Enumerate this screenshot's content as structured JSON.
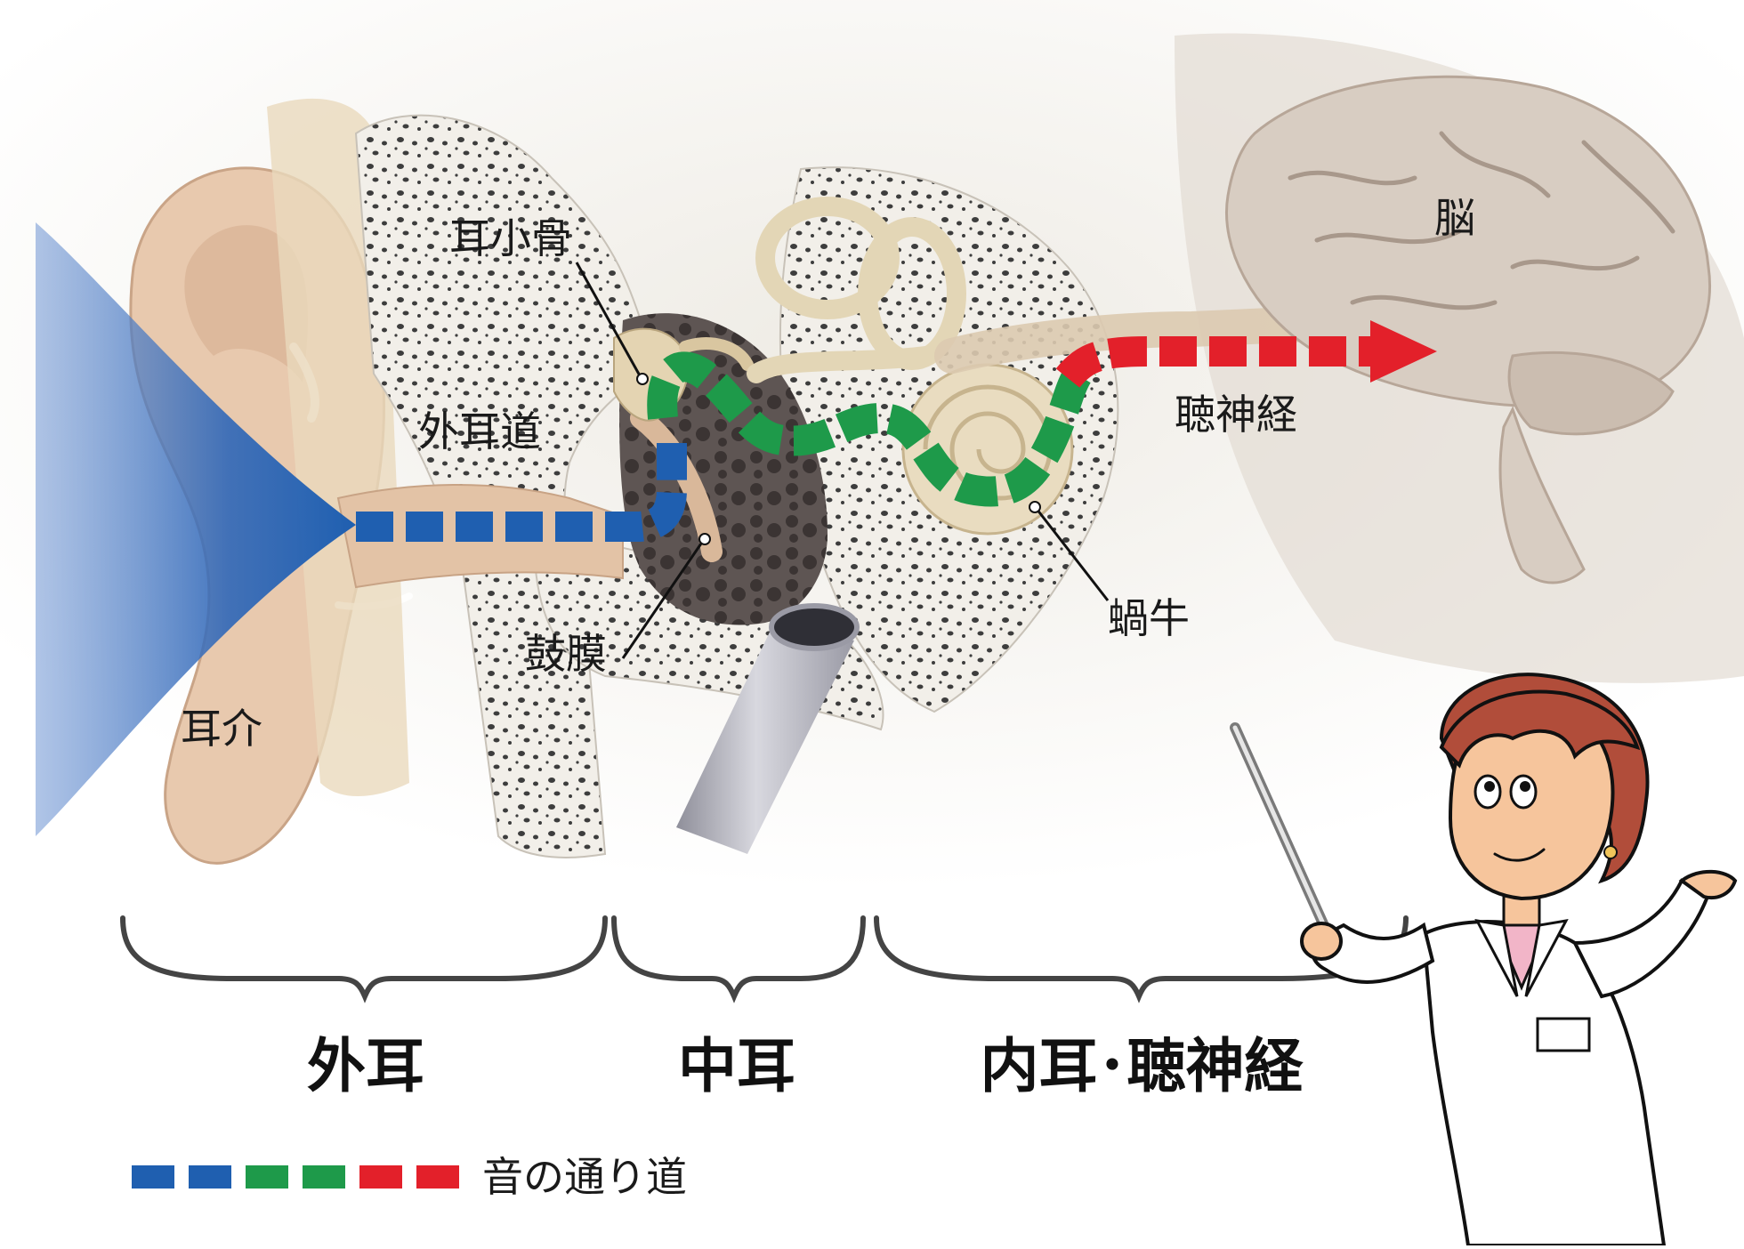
{
  "labels": {
    "auricle": "耳介",
    "ear_canal": "外耳道",
    "ossicles": "耳小骨",
    "eardrum": "鼓膜",
    "cochlea": "蝸牛",
    "auditory_nerve": "聴神経",
    "brain": "脳"
  },
  "sections": {
    "outer_ear": "外耳",
    "middle_ear": "中耳",
    "inner_ear_nerve": "内耳･聴神経"
  },
  "legend": {
    "label": "音の通り道",
    "swatches": [
      "#1f5fb0",
      "#1f5fb0",
      "#1e9a4a",
      "#1e9a4a",
      "#e3202a",
      "#e3202a"
    ]
  },
  "colors": {
    "outer_path": "#1f5fb0",
    "middle_inner_path": "#1e9a4a",
    "nerve_path": "#e3202a"
  }
}
